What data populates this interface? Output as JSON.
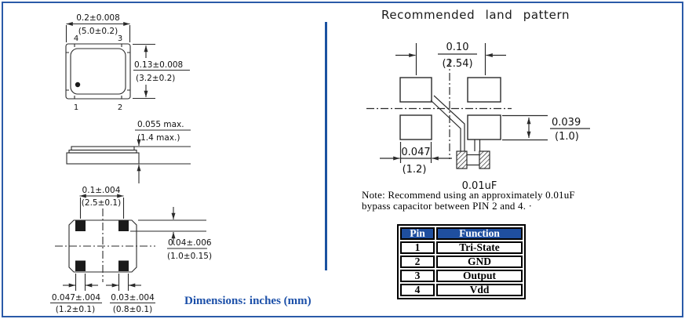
{
  "colors": {
    "frame_border": "#2a5aa8",
    "divider": "#1b52a0",
    "table_header_bg": "#1f4f9f",
    "table_header_text": "#ffffff",
    "units_note_text": "#1b4fa8",
    "drawing_line": "#2a2a2a",
    "pad_fill": "#1a1a1a"
  },
  "lp": {
    "top_view": {
      "w_in": "0.2±0.008",
      "w_mm": "(5.0±0.2)",
      "h_in": "0.13±0.008",
      "h_mm": "(3.2±0.2)",
      "pin4": "4",
      "pin3": "3",
      "pin1": "1",
      "pin2": "2"
    },
    "side_view": {
      "h_in": "0.055  max.",
      "h_mm": "(1.4  max.)"
    },
    "bottom_view": {
      "pitch_in": "0.1±.004",
      "pitch_mm": "(2.5±0.1)",
      "padh_in": "0.04±.006",
      "padh_mm": "(1.0±0.15)",
      "padw_in": "0.047±.004",
      "padw_mm": "(1.2±0.1)",
      "gap_in": "0.03±.004",
      "gap_mm": "(0.8±0.1)"
    },
    "units_note": "Dimensions: inches (mm)"
  },
  "rp": {
    "title": "Recommended land pattern",
    "land": {
      "pitch_in": "0.10",
      "pitch_mm": "(2.54)",
      "padh_in": "0.039",
      "padh_mm": "(1.0)",
      "padw_in": "0.047",
      "padw_mm": "(1.2)",
      "cap": "0.01uF"
    },
    "note1": "Note: Recommend using an approximately 0.01uF",
    "note2": "bypass capacitor between PIN 2 and 4. ·",
    "table": {
      "h_pin": "Pin",
      "h_fn": "Function",
      "rows": [
        {
          "pin": "1",
          "fn": "Tri-State"
        },
        {
          "pin": "2",
          "fn": "GND"
        },
        {
          "pin": "3",
          "fn": "Output"
        },
        {
          "pin": "4",
          "fn": "Vdd"
        }
      ]
    }
  }
}
